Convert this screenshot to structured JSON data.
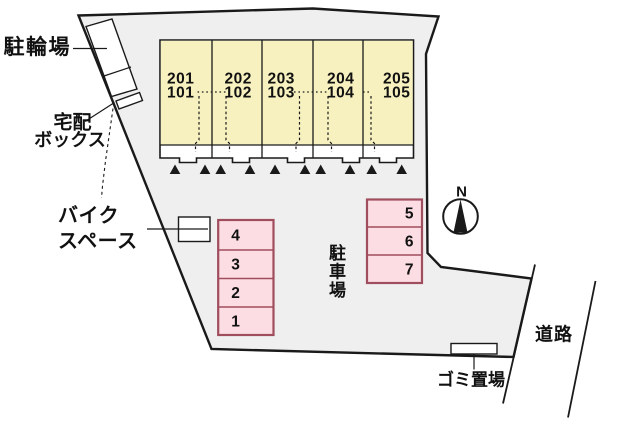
{
  "plan": {
    "labels": {
      "bicycle_parking": "駐輪場",
      "delivery_box_line1": "宅配",
      "delivery_box_line2": "ボックス",
      "bike_space_line1": "バイク",
      "bike_space_line2": "スペース",
      "parking_lot_chars": [
        "駐",
        "車",
        "場"
      ],
      "garbage_area": "ゴミ置場",
      "road": "道路",
      "compass_north": "N"
    },
    "building": {
      "units": [
        {
          "upper": "201",
          "lower": "101"
        },
        {
          "upper": "202",
          "lower": "102"
        },
        {
          "upper": "203",
          "lower": "103"
        },
        {
          "upper": "204",
          "lower": "104"
        },
        {
          "upper": "205",
          "lower": "105"
        }
      ]
    },
    "parking": {
      "left_spaces": [
        "4",
        "3",
        "2",
        "1"
      ],
      "right_spaces": [
        "5",
        "6",
        "7"
      ]
    },
    "colors": {
      "site_fill": "#efefef",
      "unit_fill": "#f7f1c0",
      "space_fill": "#fcdde4",
      "space_border": "#a04d5d",
      "line": "#1a1a1a"
    }
  }
}
